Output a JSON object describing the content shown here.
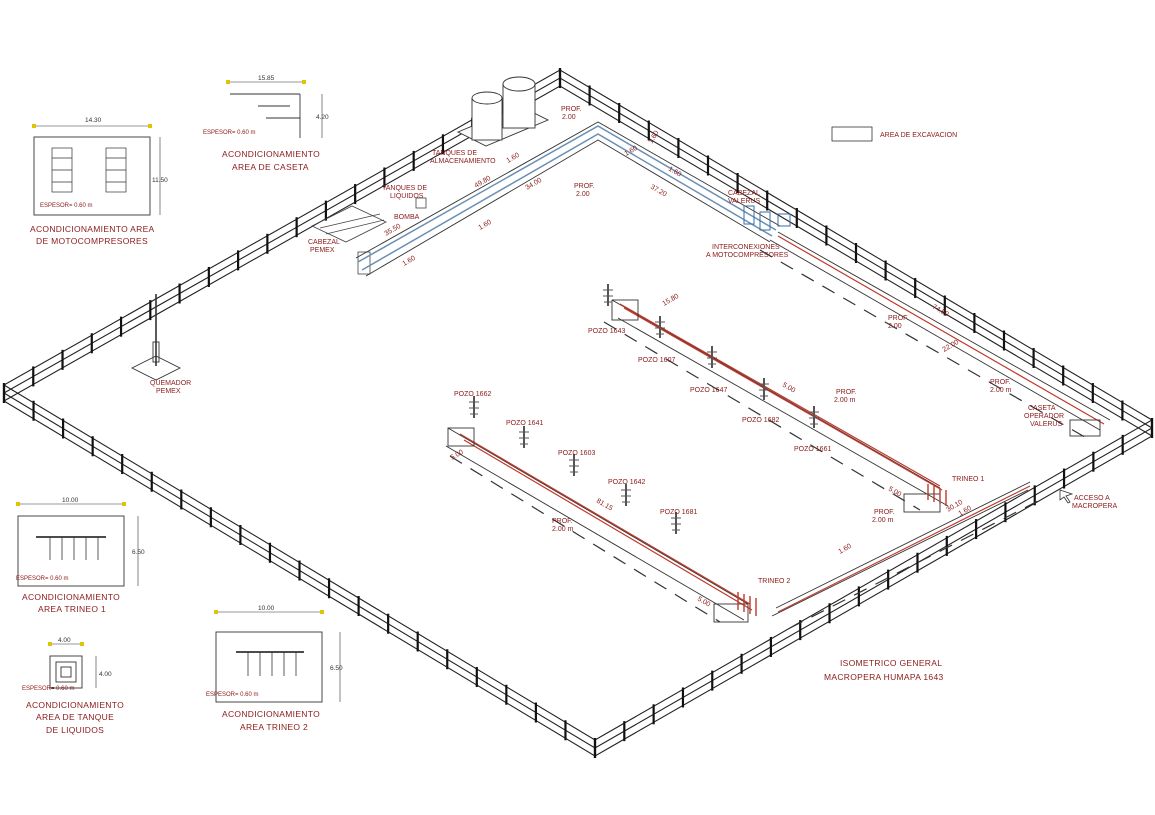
{
  "legend": {
    "label": "AREA DE EXCAVACION"
  },
  "drawing_title": {
    "line1": "ISOMETRICO GENERAL",
    "line2": "MACROPERA HUMAPA 1643"
  },
  "details": {
    "motocompresores": {
      "title1": "ACONDICIONAMIENTO AREA",
      "title2": "DE MOTOCOMPRESORES",
      "width": "14.30",
      "height": "11.50",
      "espesor": "ESPESOR= 0.60 m"
    },
    "caseta": {
      "title1": "ACONDICIONAMIENTO",
      "title2": "AREA DE CASETA",
      "width": "15.85",
      "height": "4.20",
      "espesor": "ESPESOR= 0.60 m"
    },
    "trineo1": {
      "title1": "ACONDICIONAMIENTO",
      "title2": "AREA TRINEO 1",
      "width": "10.00",
      "height": "6.50",
      "espesor": "ESPESOR= 0.60 m"
    },
    "tanque": {
      "title1": "ACONDICIONAMIENTO",
      "title2": "AREA DE TANQUE",
      "title3": "DE LIQUIDOS",
      "width": "4.00",
      "height": "4.00",
      "espesor": "ESPESOR= 0.60 m"
    },
    "trineo2": {
      "title1": "ACONDICIONAMIENTO",
      "title2": "AREA TRINEO 2",
      "width": "10.00",
      "height": "6.50",
      "espesor": "ESPESOR= 0.60 m"
    }
  },
  "site_labels": {
    "tanques_alm": [
      "TANQUES DE",
      "ALMACENAMIENTO"
    ],
    "tanques_liq": [
      "TANQUES DE",
      "LIQUIDOS"
    ],
    "bomba": "BOMBA",
    "cabezal_pemex": [
      "CABEZAL",
      "PEMEX"
    ],
    "quemador": [
      "QUEMADOR",
      "PEMEX"
    ],
    "cabezal_valerus": [
      "CABEZAL",
      "VALERUS"
    ],
    "interconexiones": [
      "INTERCONEXIONES",
      "A MOTOCOMPRESORES"
    ],
    "caseta_operador": [
      "CASETA",
      "OPERADOR",
      "VALERUS"
    ],
    "acceso": [
      "ACCESO A",
      "MACROPERA"
    ],
    "trineo1": "TRINEO 1",
    "trineo2": "TRINEO 2"
  },
  "pozos": [
    "POZO 1643",
    "POZO 1607",
    "POZO 1647",
    "POZO 1682",
    "POZO 1661",
    "POZO 1662",
    "POZO 1641",
    "POZO 1603",
    "POZO 1642",
    "POZO 1681"
  ],
  "prof_labels": [
    "PROF.",
    "2.00",
    "2.00 m"
  ],
  "dimensions": [
    "49.80",
    "34.00",
    "1.60",
    "1.60",
    "1.60",
    "1.60",
    "1.60",
    "37.20",
    "35.50",
    "15.80",
    "5.00",
    "5.00",
    "5.00",
    "5.00",
    "81.15",
    "74.50",
    "22.00",
    "1.60",
    "1.60",
    "1.60",
    "30.10"
  ]
}
